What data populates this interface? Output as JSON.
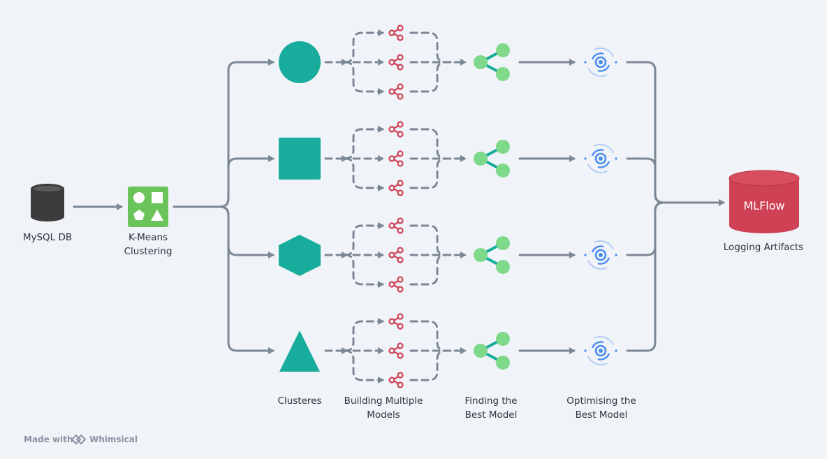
{
  "colors": {
    "connector": "#7b8794",
    "teal": "#17ac9b",
    "green_node": "#7fd98b",
    "green_icon_bg": "#6bc45a",
    "red": "#cf4155",
    "blue": "#4a8ef0",
    "db_dark": "#3c3c3c"
  },
  "nodes": {
    "mysql": {
      "label": "MySQL DB",
      "icon": "database-icon"
    },
    "kmeans": {
      "label": "K-Means\nClustering",
      "icon": "shapes-icon"
    },
    "mlflow": {
      "label": "MLFlow",
      "caption": "Logging Artifacts",
      "icon": "cylinder-icon"
    }
  },
  "clusters": [
    {
      "shape": "circle"
    },
    {
      "shape": "square"
    },
    {
      "shape": "hexagon"
    },
    {
      "shape": "triangle"
    }
  ],
  "icons": {
    "model": "share-icon",
    "best_model": "share-node-icon",
    "optimise": "target-icon"
  },
  "column_labels": {
    "clusters": "Clusteres",
    "building": "Building Multiple\nModels",
    "finding": "Finding the\nBest Model",
    "optimising": "Optimising the\nBest Model"
  },
  "footer": {
    "made_with": "Made with",
    "brand": "Whimsical",
    "brand_icon": "whimsical-logo-icon"
  }
}
